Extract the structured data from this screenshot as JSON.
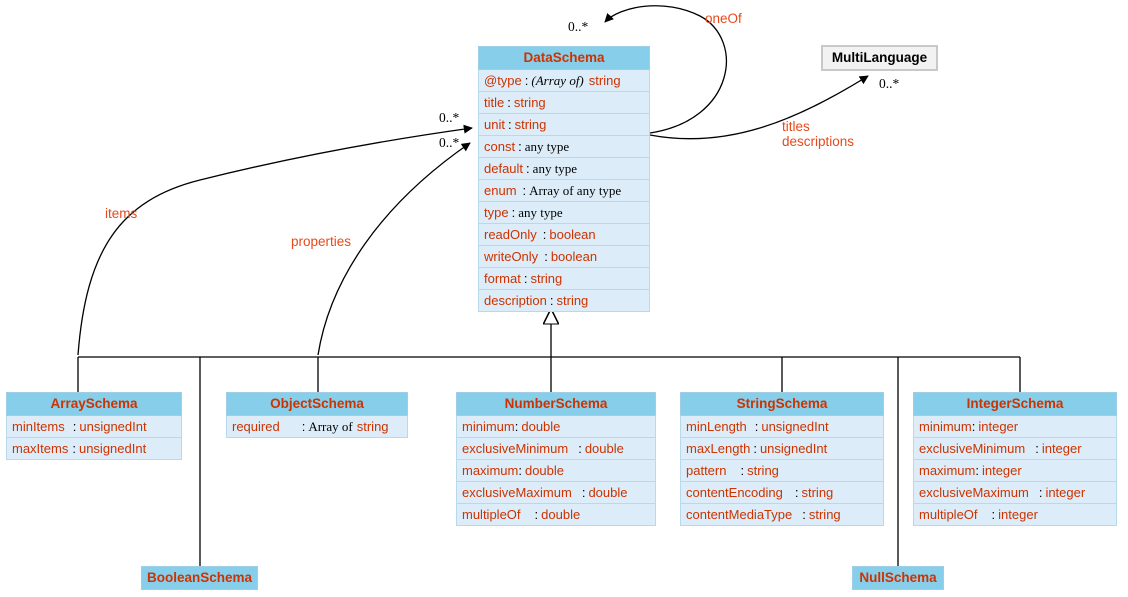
{
  "diagram": {
    "title": "WoT DataSchema UML class diagram",
    "colors": {
      "header_fill": "#87CEEB",
      "attr_fill": "#DCEDF9",
      "name_color": "#CC3300",
      "label_color": "#E8491B",
      "external_fill": "#F2F2F2",
      "line_color": "#000000"
    }
  },
  "classes": {
    "data_schema": {
      "name": "DataSchema",
      "attributes": [
        {
          "name": "@type",
          "sep": ":",
          "pre": "(Array of)",
          "type": "string"
        },
        {
          "name": "title",
          "sep": ":",
          "pre": "",
          "type": "string"
        },
        {
          "name": "unit",
          "sep": ":",
          "pre": "",
          "type": "string"
        },
        {
          "name": "const",
          "sep": ":",
          "pre": "",
          "type": "any type"
        },
        {
          "name": "default",
          "sep": ":",
          "pre": "",
          "type": "any type"
        },
        {
          "name": "enum",
          "sep": ":",
          "pre": "",
          "type": "Array of any type"
        },
        {
          "name": "type",
          "sep": ":",
          "pre": "",
          "type": "any type"
        },
        {
          "name": "readOnly",
          "sep": ":",
          "pre": "",
          "type": "boolean"
        },
        {
          "name": "writeOnly",
          "sep": ":",
          "pre": "",
          "type": "boolean"
        },
        {
          "name": "format",
          "sep": ":",
          "pre": "",
          "type": "string"
        },
        {
          "name": "description",
          "sep": ":",
          "pre": "",
          "type": "string"
        }
      ]
    },
    "multi_language": {
      "name": "MultiLanguage"
    },
    "array_schema": {
      "name": "ArraySchema",
      "attributes": [
        {
          "name": "minItems",
          "sep": ":",
          "type": "unsignedInt"
        },
        {
          "name": "maxItems",
          "sep": ":",
          "type": "unsignedInt"
        }
      ]
    },
    "object_schema": {
      "name": "ObjectSchema",
      "attributes": [
        {
          "name": "required",
          "sep": ":",
          "pre": "Array of",
          "type": "string"
        }
      ]
    },
    "number_schema": {
      "name": "NumberSchema",
      "attributes": [
        {
          "name": "minimum",
          "sep": ":",
          "type": "double"
        },
        {
          "name": "exclusiveMinimum",
          "sep": ":",
          "type": "double"
        },
        {
          "name": "maximum",
          "sep": ":",
          "type": "double"
        },
        {
          "name": "exclusiveMaximum",
          "sep": ":",
          "type": "double"
        },
        {
          "name": "multipleOf",
          "sep": ":",
          "type": "double"
        }
      ]
    },
    "string_schema": {
      "name": "StringSchema",
      "attributes": [
        {
          "name": "minLength",
          "sep": ":",
          "type": "unsignedInt"
        },
        {
          "name": "maxLength",
          "sep": ":",
          "type": "unsignedInt"
        },
        {
          "name": "pattern",
          "sep": ":",
          "type": "string"
        },
        {
          "name": "contentEncoding",
          "sep": ":",
          "type": "string"
        },
        {
          "name": "contentMediaType",
          "sep": ":",
          "type": "string"
        }
      ]
    },
    "integer_schema": {
      "name": "IntegerSchema",
      "attributes": [
        {
          "name": "minimum",
          "sep": ":",
          "type": "integer"
        },
        {
          "name": "exclusiveMinimum",
          "sep": ":",
          "type": "integer"
        },
        {
          "name": "maximum",
          "sep": ":",
          "type": "integer"
        },
        {
          "name": "exclusiveMaximum",
          "sep": ":",
          "type": "integer"
        },
        {
          "name": "multipleOf",
          "sep": ":",
          "type": "integer"
        }
      ]
    },
    "boolean_schema": {
      "name": "BooleanSchema"
    },
    "null_schema": {
      "name": "NullSchema"
    }
  },
  "edges": {
    "one_of": {
      "label": "oneOf",
      "multiplicity": "0..*"
    },
    "items": {
      "label": "items",
      "multiplicity": "0..*"
    },
    "properties": {
      "label": "properties",
      "multiplicity": "0..*"
    },
    "titles": {
      "label": "titles",
      "multiplicity": "0..*"
    },
    "descriptions": {
      "label": "descriptions"
    }
  }
}
